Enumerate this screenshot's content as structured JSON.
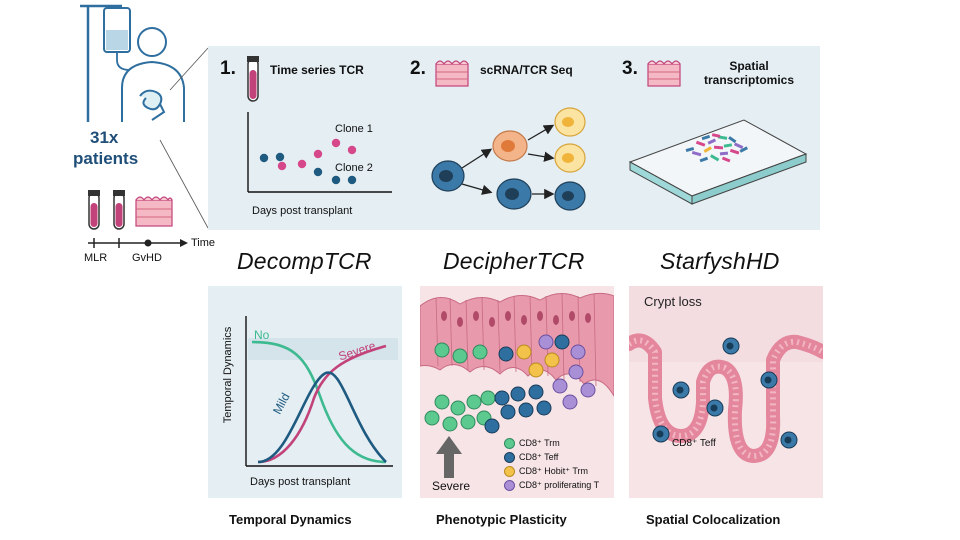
{
  "cohort": {
    "count_label": "31x",
    "patients_label": "patients",
    "timeline": {
      "label_mlr": "MLR",
      "label_gvhd": "GvHD",
      "label_time": "Time"
    }
  },
  "steps": [
    {
      "number": "1.",
      "title": "Time series TCR",
      "plot": {
        "clone1": "Clone 1",
        "clone2": "Clone 2",
        "xlabel": "Days post transplant"
      }
    },
    {
      "number": "2.",
      "title": "scRNA/TCR Seq"
    },
    {
      "number": "3.",
      "title_line1": "Spatial",
      "title_line2": "transcriptomics"
    }
  ],
  "methods": [
    {
      "name": "DecompTCR",
      "caption": "Temporal Dynamics"
    },
    {
      "name": "DecipherTCR",
      "caption": "Phenotypic Plasticity"
    },
    {
      "name": "StarfyshHD",
      "caption": "Spatial Colocalization"
    }
  ],
  "panel_temporal": {
    "ylabel": "Temporal Dynamics",
    "xlabel": "Days post transplant",
    "curve_no": "No",
    "curve_mild": "Mild",
    "curve_severe": "Severe",
    "colors": {
      "no": "#3dba8f",
      "mild": "#1f5a80",
      "severe": "#c2427a"
    }
  },
  "panel_plasticity": {
    "arrow_label": "Severe",
    "legend": [
      {
        "label": "CD8⁺ Trm",
        "color": "#5cc98f"
      },
      {
        "label": "CD8⁺ Teff",
        "color": "#2f6fa0"
      },
      {
        "label": "CD8⁺ Hobit⁺ Trm",
        "color": "#f2c24a"
      },
      {
        "label": "CD8⁺ proliferating T",
        "color": "#a98fd6"
      }
    ]
  },
  "panel_spatial": {
    "title": "Crypt loss",
    "cell_label": "CD8⁺ Teff"
  },
  "colors": {
    "panel_bg": "#e4eef3",
    "teal": "#1f5a80",
    "pink": "#c2427a",
    "green": "#3dba8f"
  }
}
